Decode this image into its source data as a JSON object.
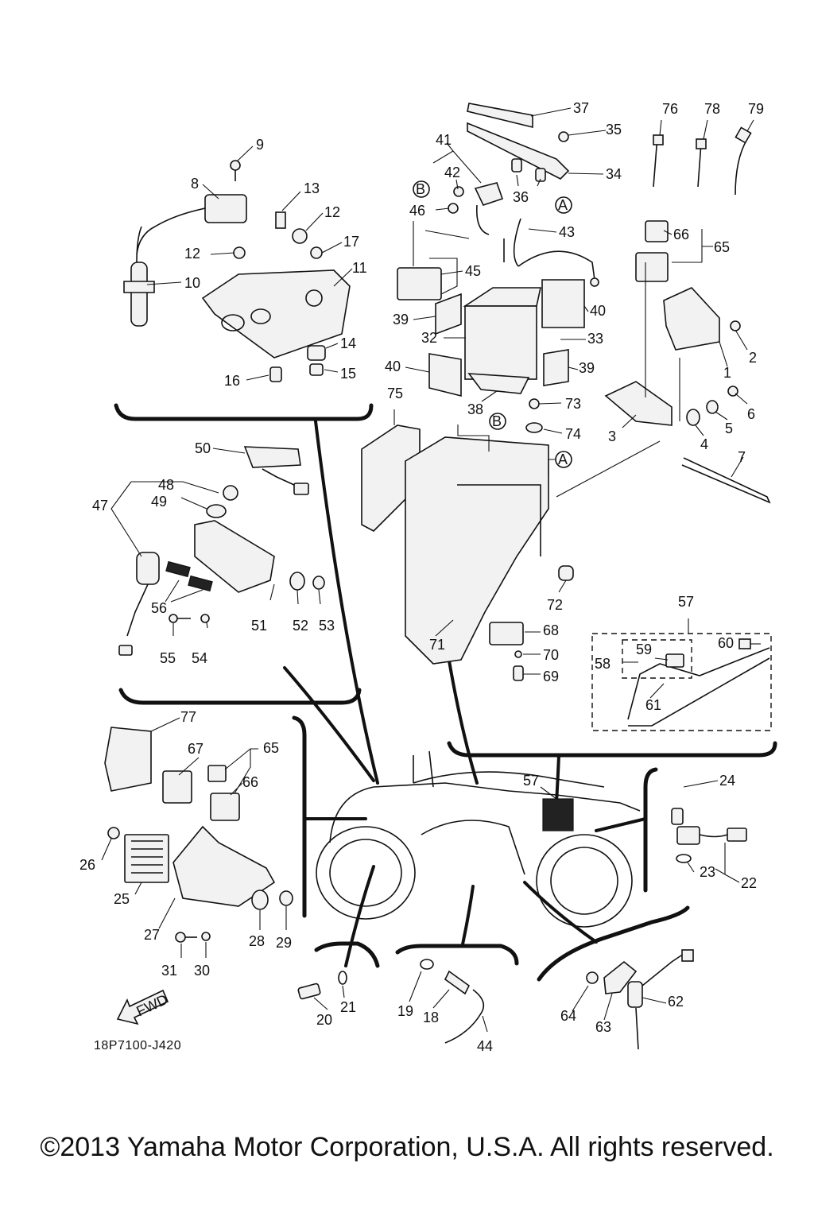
{
  "labels": {
    "p1": "1",
    "p2": "2",
    "p3": "3",
    "p4": "4",
    "p5": "5",
    "p6": "6",
    "p7": "7",
    "p8": "8",
    "p9": "9",
    "p10": "10",
    "p11": "11",
    "p12a": "12",
    "p12b": "12",
    "p13": "13",
    "p14": "14",
    "p15": "15",
    "p16": "16",
    "p17": "17",
    "p18": "18",
    "p19": "19",
    "p20": "20",
    "p21": "21",
    "p22": "22",
    "p23": "23",
    "p24": "24",
    "p25": "25",
    "p26": "26",
    "p27": "27",
    "p28": "28",
    "p29": "29",
    "p30": "30",
    "p31": "31",
    "p32": "32",
    "p33": "33",
    "p34": "34",
    "p35": "35",
    "p36": "36",
    "p37": "37",
    "p38": "38",
    "p39a": "39",
    "p39b": "39",
    "p40a": "40",
    "p40b": "40",
    "p41": "41",
    "p42": "42",
    "p43": "43",
    "p44": "44",
    "p45": "45",
    "p46": "46",
    "p47": "47",
    "p48": "48",
    "p49": "49",
    "p50": "50",
    "p51": "51",
    "p52": "52",
    "p53": "53",
    "p54": "54",
    "p55": "55",
    "p56": "56",
    "p57a": "57",
    "p57b": "57",
    "p58": "58",
    "p59": "59",
    "p60": "60",
    "p61": "61",
    "p62": "62",
    "p63": "63",
    "p64": "64",
    "p65a": "65",
    "p65b": "65",
    "p66a": "66",
    "p66b": "66",
    "p67": "67",
    "p68": "68",
    "p69": "69",
    "p70": "70",
    "p71": "71",
    "p72": "72",
    "p73": "73",
    "p74": "74",
    "p75": "75",
    "p76": "76",
    "p77": "77",
    "p78": "78",
    "p79": "79",
    "refA1": "A",
    "refA2": "A",
    "refB1": "B",
    "refB2": "B",
    "fwd": "FWD"
  },
  "diagram_code": "18P7100-J420",
  "copyright": "©2013 Yamaha Motor Corporation, U.S.A. All rights reserved."
}
